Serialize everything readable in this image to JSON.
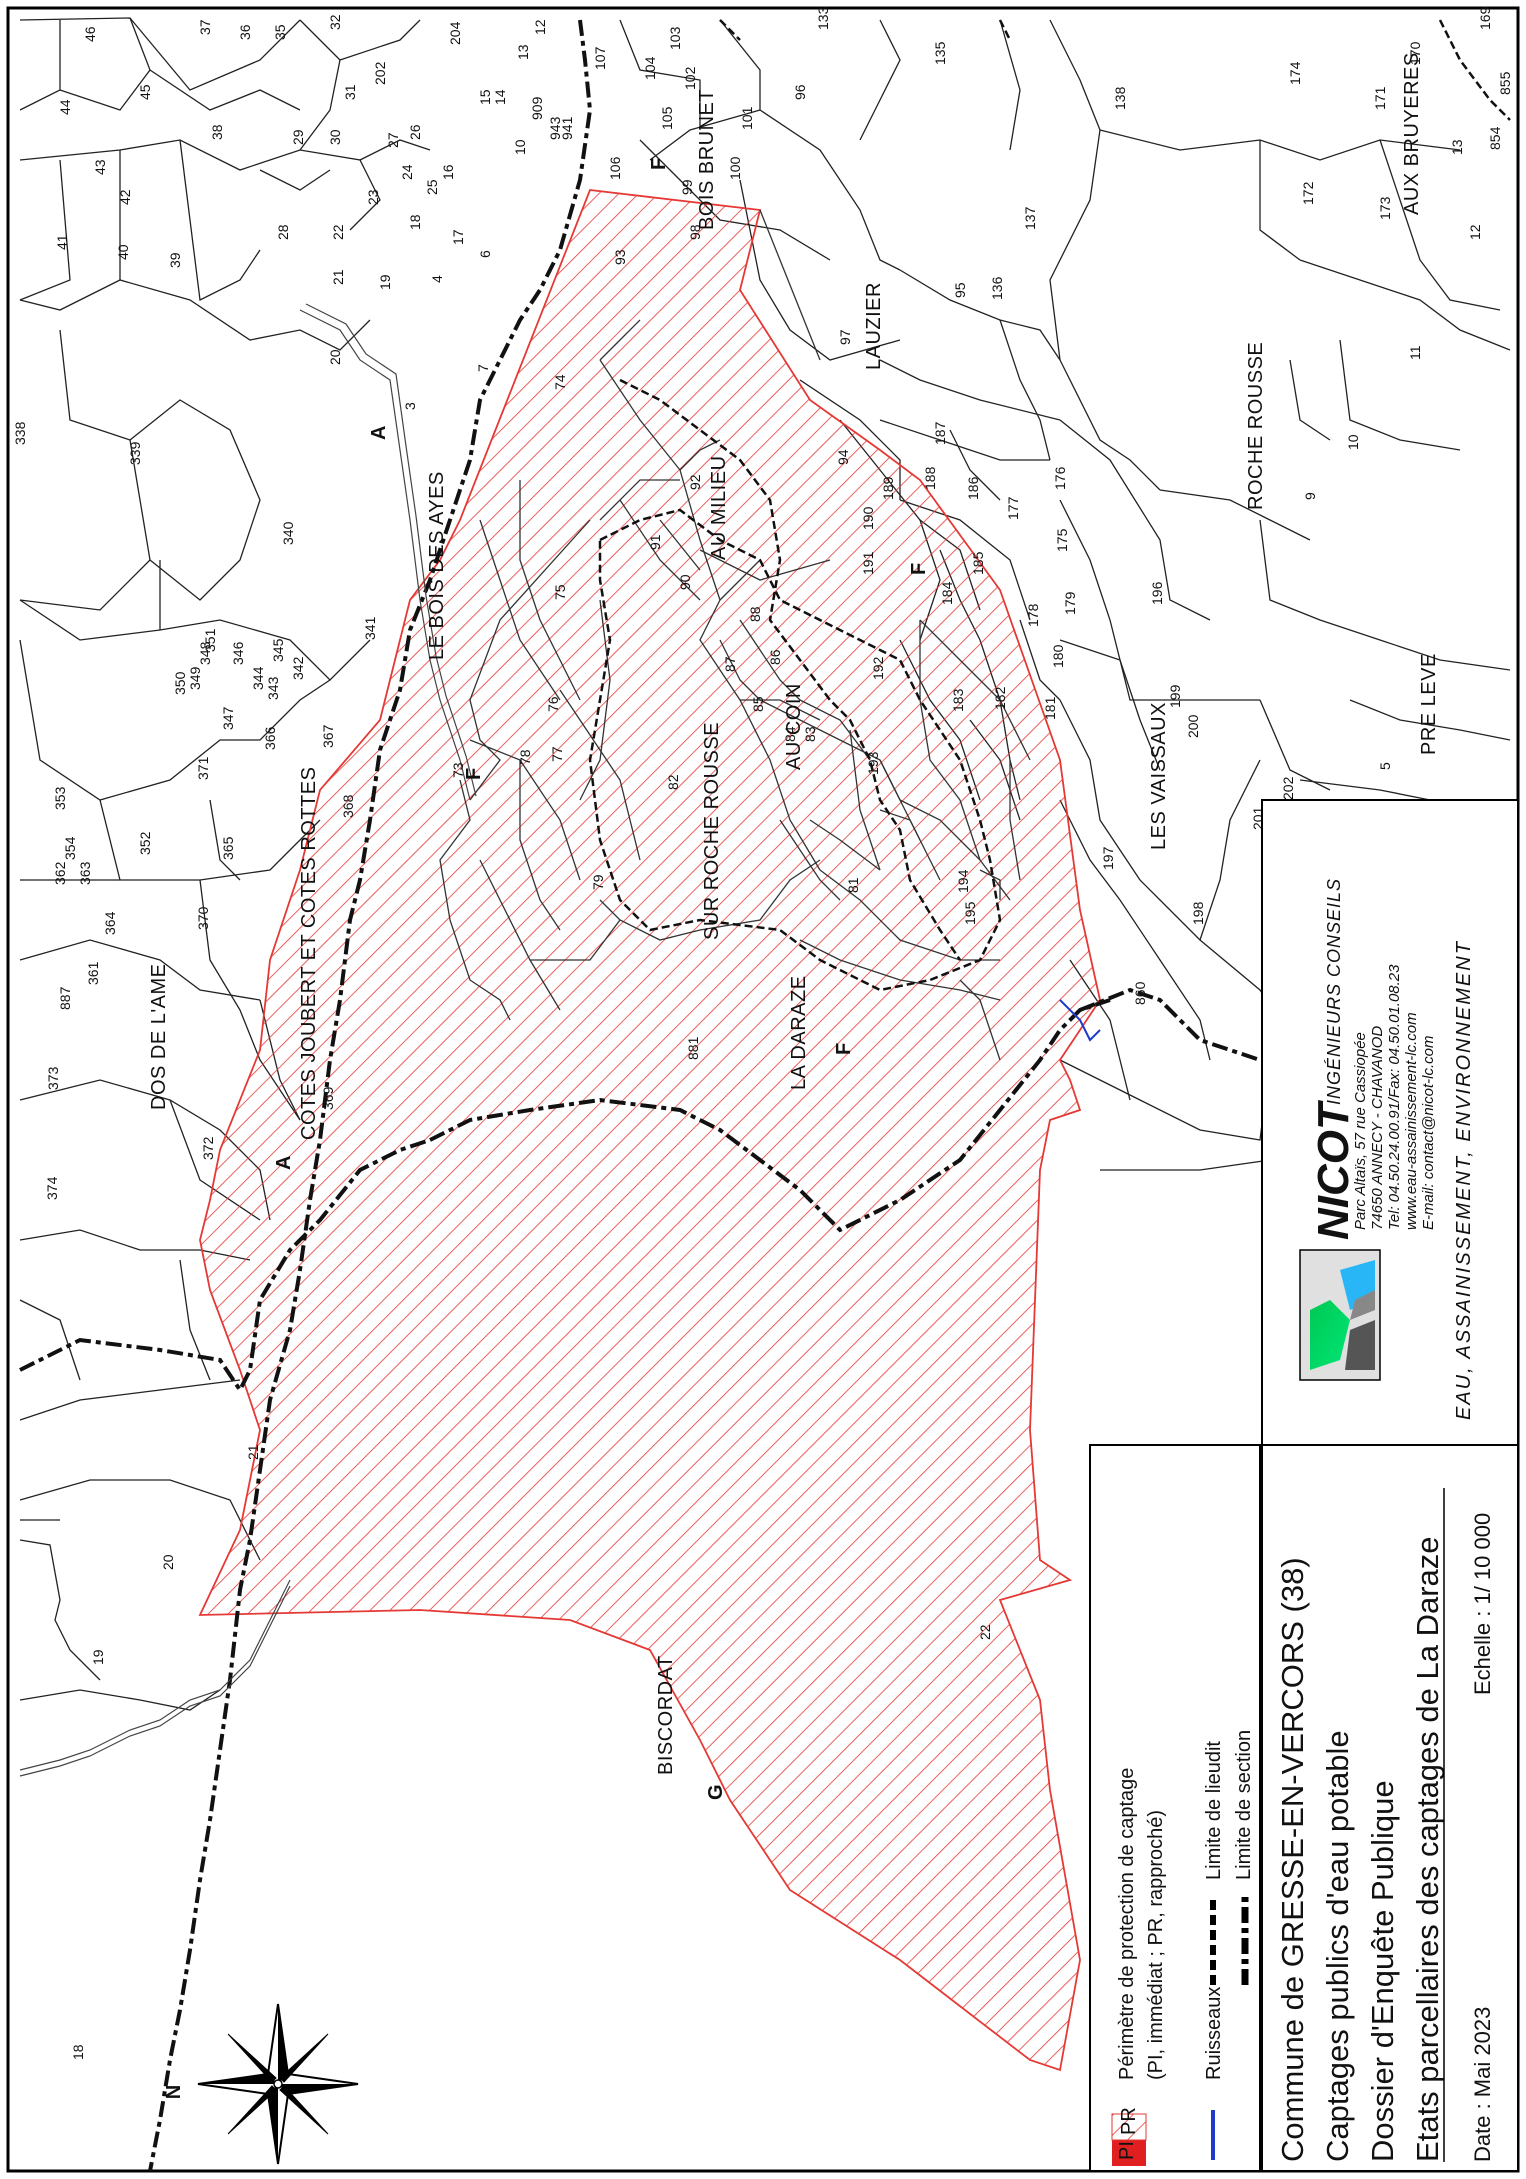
{
  "legend": {
    "pi_label": "PI",
    "pr_label": "PR",
    "perimeter_title": "Périmètre de protection de captage",
    "perimeter_subtitle": "(PI, immédiat ; PR, rapproché)",
    "ruisseaux": "Ruisseaux",
    "lieudit": "Limite de lieudit",
    "section": "Limite de section"
  },
  "title": {
    "commune": "Commune de GRESSE-EN-VERCORS (38)",
    "captages": "Captages publics d'eau potable",
    "dossier": "Dossier d'Enquête Publique",
    "etats": "Etats parcellaires des captages de La Daraze",
    "date": "Date : Mai 2023",
    "echelle": "Echelle : 1/ 10 000"
  },
  "nicot": {
    "logo": "NICOT",
    "subtitle": "INGÉNIEURS CONSEILS",
    "address1": "Parc Altaïs, 57 rue Cassiopée",
    "address2": "74650 ANNECY - CHAVANOD",
    "phone": "Tel: 04.50.24.00.91/Fax: 04.50.01.08.23",
    "web": "www.eau-assainissement-lc.com",
    "email": "E-mail: contact@nicot-lc.com",
    "tagline": "EAU, ASSAINISSEMENT, ENVIRONNEMENT"
  },
  "compass": {
    "north": "N"
  },
  "places": {
    "bois_des_ayes": "LE BOIS DES AYES",
    "bois_brunet": "BOIS BRUNET",
    "lauzier": "LAUZIER",
    "aux_bruyeres": "AUX BRUYERES",
    "roche_rousse": "ROCHE ROUSSE",
    "au_milieu": "AU MILIEU",
    "sur_roche_rousse": "SUR ROCHE ROUSSE",
    "au_coin": "AU COIN",
    "cotes_joubert": "COTES JOUBERT ET COTES ROTTES",
    "la_daraze": "LA DARAZE",
    "les_vaissaux": "LES VAISSAUX",
    "pre_leve": "PRE LEVE",
    "dos_de_lame": "DOS DE L'AME",
    "biscordat": "BISCORDAT"
  },
  "sections": {
    "a": "A",
    "f": "F",
    "g": "G"
  },
  "parcels": {
    "p46": "46",
    "p37": "37",
    "p36": "36",
    "p35": "35",
    "p32": "32",
    "p204": "204",
    "p12": "12",
    "p13": "13",
    "p15": "15",
    "p14": "14",
    "p133": "133",
    "p135": "135",
    "p107": "107",
    "p104": "104",
    "p103": "103",
    "p102": "102",
    "p96": "96",
    "p138": "138",
    "p174": "174",
    "p169": "169",
    "p170": "170",
    "p171": "171",
    "p855": "855",
    "p854": "854",
    "p13b": "13",
    "p44": "44",
    "p45": "45",
    "p38": "38",
    "p31": "31",
    "p202": "202",
    "p29": "29",
    "p30": "30",
    "p27": "27",
    "p26": "26",
    "p909": "909",
    "p943": "943",
    "p941": "941",
    "p105": "105",
    "p101": "101",
    "p10": "10",
    "p16": "16",
    "p43": "43",
    "p42": "42",
    "p24": "24",
    "p23": "23",
    "p25": "25",
    "p18": "18",
    "p106": "106",
    "p99": "99",
    "p100": "100",
    "p172": "172",
    "p173": "173",
    "p12b": "12",
    "p28": "28",
    "p41": "41",
    "p40": "40",
    "p39": "39",
    "p22s": "22",
    "p21": "21",
    "p19": "19",
    "p4": "4",
    "p17": "17",
    "p6": "6",
    "p98": "98",
    "p93": "93",
    "p137": "137",
    "p95": "95",
    "p136": "136",
    "p20": "20",
    "p3": "3",
    "p7": "7",
    "p74": "74",
    "p97": "97",
    "p11": "11",
    "p338": "338",
    "p339": "339",
    "p92": "92",
    "p187": "187",
    "p94": "94",
    "p188": "188",
    "p186": "186",
    "p176": "176",
    "p189": "189",
    "p9": "9",
    "p10b": "10",
    "p177": "177",
    "p340": "340",
    "p91": "91",
    "p190": "190",
    "p175": "175",
    "p90": "90",
    "p191": "191",
    "p185": "185",
    "p75": "75",
    "p184": "184",
    "p196": "196",
    "p341": "341",
    "p178": "178",
    "p179": "179",
    "p88": "88",
    "p351": "351",
    "p348": "348",
    "p346": "346",
    "p345": "345",
    "p350": "350",
    "p349": "349",
    "p344": "344",
    "p343": "343",
    "p342": "342",
    "p347": "347",
    "p87": "87",
    "p86": "86",
    "p180": "180",
    "p192": "192",
    "p76": "76",
    "p366": "366",
    "p367": "367",
    "p85": "85",
    "p183": "183",
    "p182": "182",
    "p199": "199",
    "p78": "78",
    "p77": "77",
    "p84": "84",
    "p83": "83",
    "p181": "181",
    "p200": "200",
    "p371": "371",
    "p73": "73",
    "p82": "82",
    "p193": "193",
    "p5": "5",
    "p353": "353",
    "p368": "368",
    "p202b": "202",
    "p354": "354",
    "p352": "352",
    "p365": "365",
    "p201": "201",
    "p197": "197",
    "p362": "362",
    "p363": "363",
    "p79": "79",
    "p81": "81",
    "p194": "194",
    "p370": "370",
    "p364": "364",
    "p195": "195",
    "p198": "198",
    "p361": "361",
    "p887": "887",
    "p860": "860",
    "p881": "881",
    "p373": "373",
    "p369": "369",
    "p372": "372",
    "p374": "374",
    "p21b": "21",
    "p20b": "20",
    "p22": "22",
    "p19b": "19"
  }
}
